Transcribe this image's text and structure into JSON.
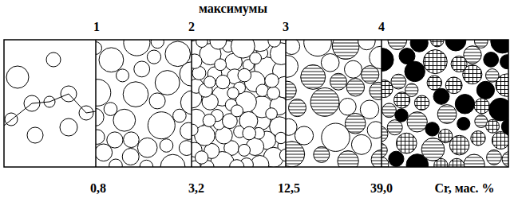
{
  "diagram": {
    "labels": [
      "максимумы",
      "1",
      "2",
      "3",
      "4",
      "0,8",
      "3,2",
      "12,5",
      "39,0",
      "Cr, мас. %"
    ]
  }
}
